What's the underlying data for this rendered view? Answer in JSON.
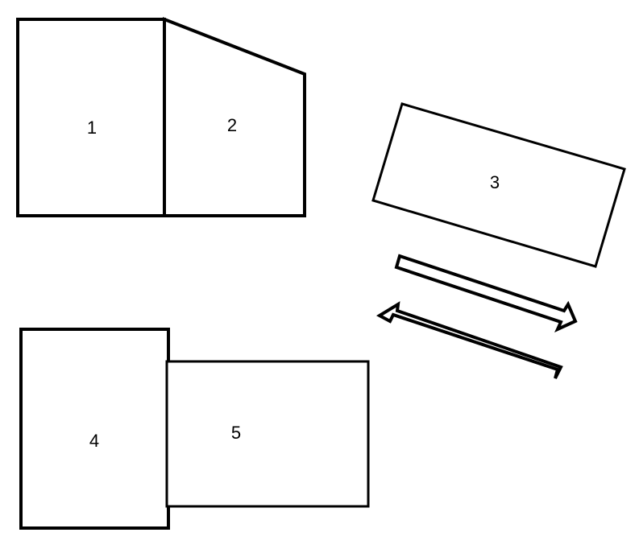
{
  "colors": {
    "background": "#ffffff",
    "stroke": "#000000",
    "text": "#000000"
  },
  "shapes": [
    {
      "id": "shape-1",
      "label": "1",
      "kind": "rectangle"
    },
    {
      "id": "shape-2",
      "label": "2",
      "kind": "trapezoid"
    },
    {
      "id": "shape-3",
      "label": "3",
      "kind": "rotated-rectangle"
    },
    {
      "id": "shape-4",
      "label": "4",
      "kind": "rectangle"
    },
    {
      "id": "shape-5",
      "label": "5",
      "kind": "rectangle"
    }
  ],
  "arrows": [
    {
      "id": "arrow-right",
      "direction": "right",
      "icon": "arrow-right-icon"
    },
    {
      "id": "arrow-left",
      "direction": "left",
      "icon": "arrow-left-icon"
    }
  ]
}
